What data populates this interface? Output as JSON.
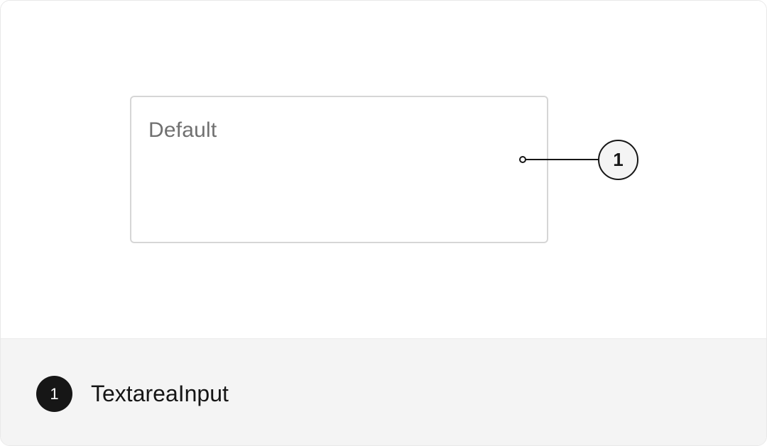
{
  "diagram": {
    "textarea": {
      "placeholder": "Default",
      "border_color": "#d6d6d6",
      "placeholder_color": "#707070"
    },
    "callout": {
      "number": "1"
    }
  },
  "legend": {
    "items": [
      {
        "number": "1",
        "label": "TextareaInput"
      }
    ],
    "background": "#f4f4f4"
  }
}
